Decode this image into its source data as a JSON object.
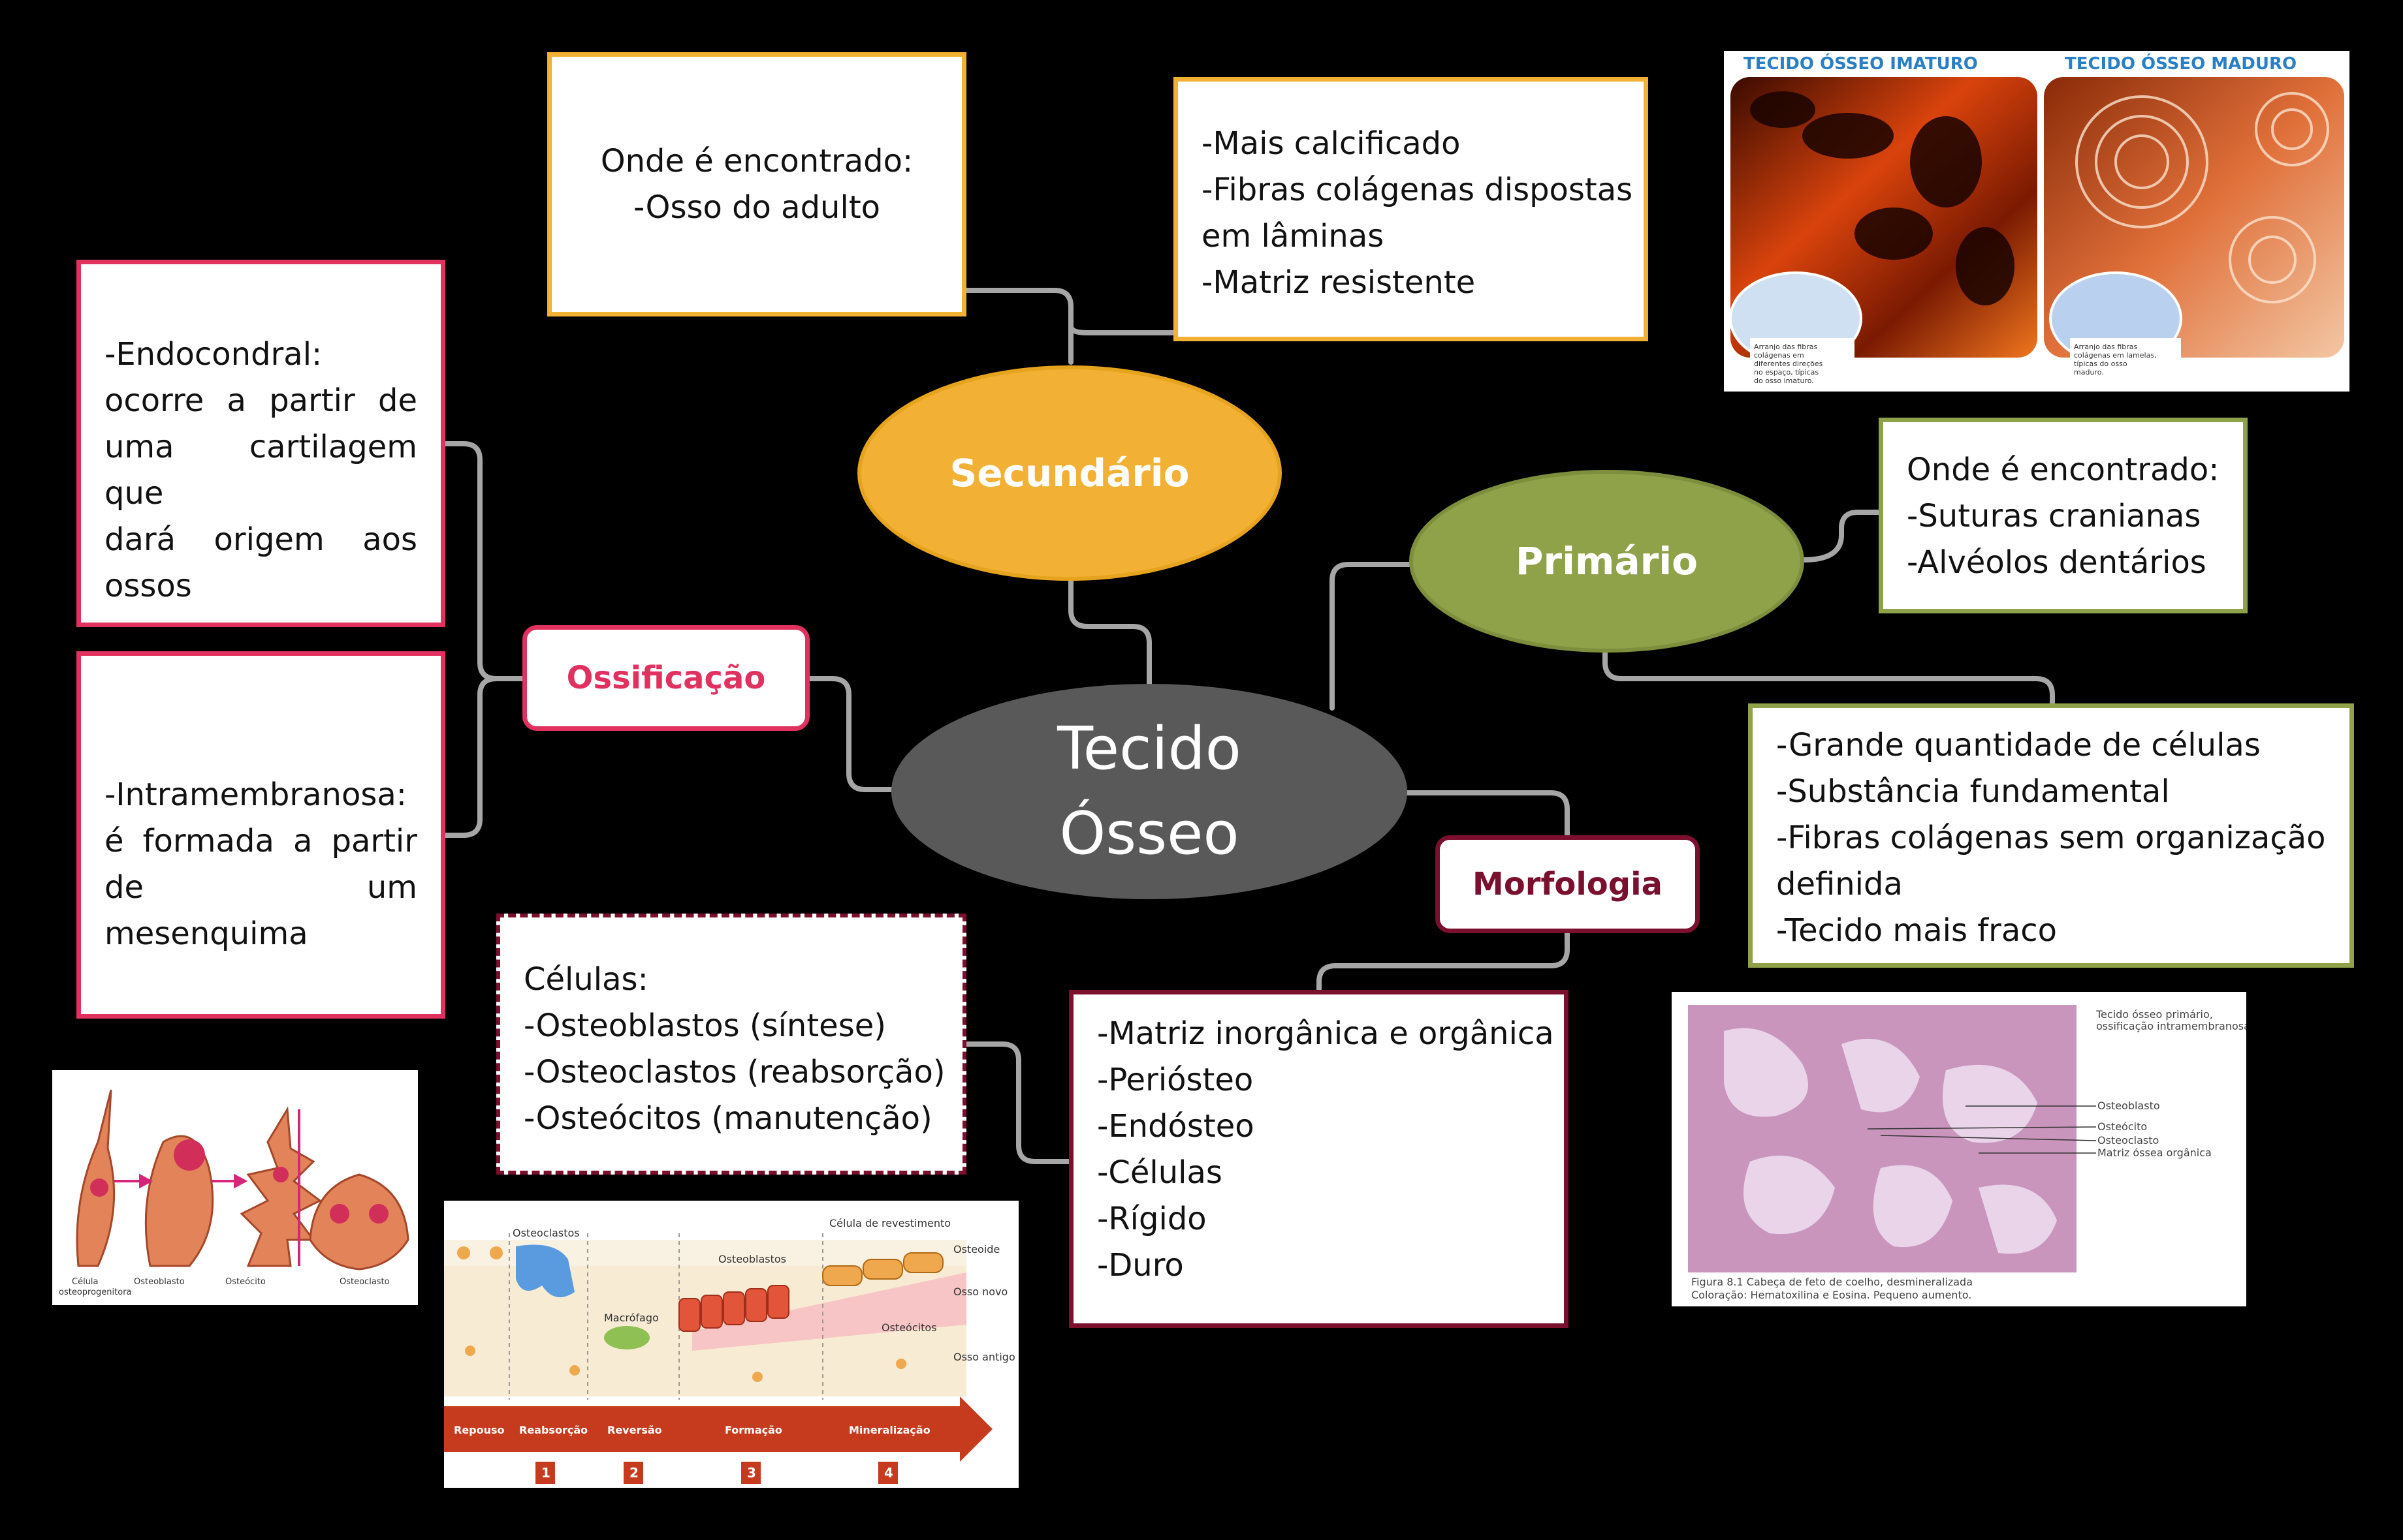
{
  "center": {
    "line1": "Tecido",
    "line2": "Ósseo"
  },
  "secundario": {
    "label": "Secundário",
    "location": [
      "Onde é encontrado:",
      "-Osso do adulto"
    ],
    "features": [
      "-Mais calcificado",
      "-Fibras colágenas dispostas",
      "em lâminas",
      "-Matriz resistente"
    ]
  },
  "primario": {
    "label": "Primário",
    "location": [
      "Onde é encontrado:",
      "-Suturas cranianas",
      "-Alvéolos dentários"
    ],
    "features": [
      "-Grande quantidade de células",
      "-Substância fundamental",
      "-Fibras colágenas sem organização",
      "definida",
      "-Tecido  mais fraco"
    ]
  },
  "ossificacao": {
    "label": "Ossificação",
    "endocondral": [
      "-Endocondral:",
      "ocorre a partir de",
      "uma cartilagem que",
      "dará origem aos",
      "ossos"
    ],
    "intramembranosa": [
      "-Intramembranosa:",
      "é formada a partir",
      "de um mesenquima"
    ]
  },
  "morfologia": {
    "label": "Morfologia",
    "components": [
      "-Matriz inorgânica e orgânica",
      "-Periósteo",
      "-Endósteo",
      "-Células",
      "-Rígido",
      "-Duro"
    ],
    "cells": [
      "Células:",
      "-Osteoblastos (síntese)",
      "-Osteoclastos (reabsorção)",
      "-Osteócitos (manutenção)"
    ]
  },
  "figure_bone_types": {
    "left_title": "TECIDO ÓSSEO  IMATURO",
    "right_title": "TECIDO ÓSSEO   MADURO",
    "left_caption": [
      "Arranjo das fibras",
      "colágenas em",
      "diferentes direções",
      "no espaço, típicas",
      "do osso imaturo."
    ],
    "right_caption": [
      "Arranjo das fibras",
      "colágenas em lamelas,",
      "típicas do osso",
      "maduro."
    ]
  },
  "figure_histology": {
    "title": [
      "Tecido ósseo primário,",
      "ossificação intramembranosa"
    ],
    "labels": [
      "Osteoblasto",
      "Osteócito",
      "Osteoclasto",
      "Matriz óssea orgânica"
    ],
    "caption": [
      "Figura 8.1 Cabeça de feto de coelho, desmineralizada",
      "Coloração: Hematoxilina e Eosina.  Pequeno aumento."
    ]
  },
  "figure_cells": {
    "labels": [
      "Célula",
      "osteoprogenitora",
      "Osteoblasto",
      "Osteócito",
      "Osteoclasto"
    ]
  },
  "figure_remodeling": {
    "labels": [
      "Osteoclastos",
      "Macrófago",
      "Osteoblastos",
      "Célula de revestimento",
      "Osteoide",
      "Osso novo",
      "Osteócitos",
      "Osso antigo"
    ],
    "phases": [
      "Repouso",
      "Reabsorção",
      "Reversão",
      "Formação",
      "Mineralização"
    ],
    "numbers": [
      "1",
      "2",
      "3",
      "4"
    ]
  },
  "colors": {
    "background": "#000000",
    "center": "#595959",
    "secundario": "#f2b134",
    "primario": "#8fa24a",
    "ossificacao": "#e0315f",
    "morfologia": "#7a0f2e",
    "connector": "#a6a6a6"
  }
}
